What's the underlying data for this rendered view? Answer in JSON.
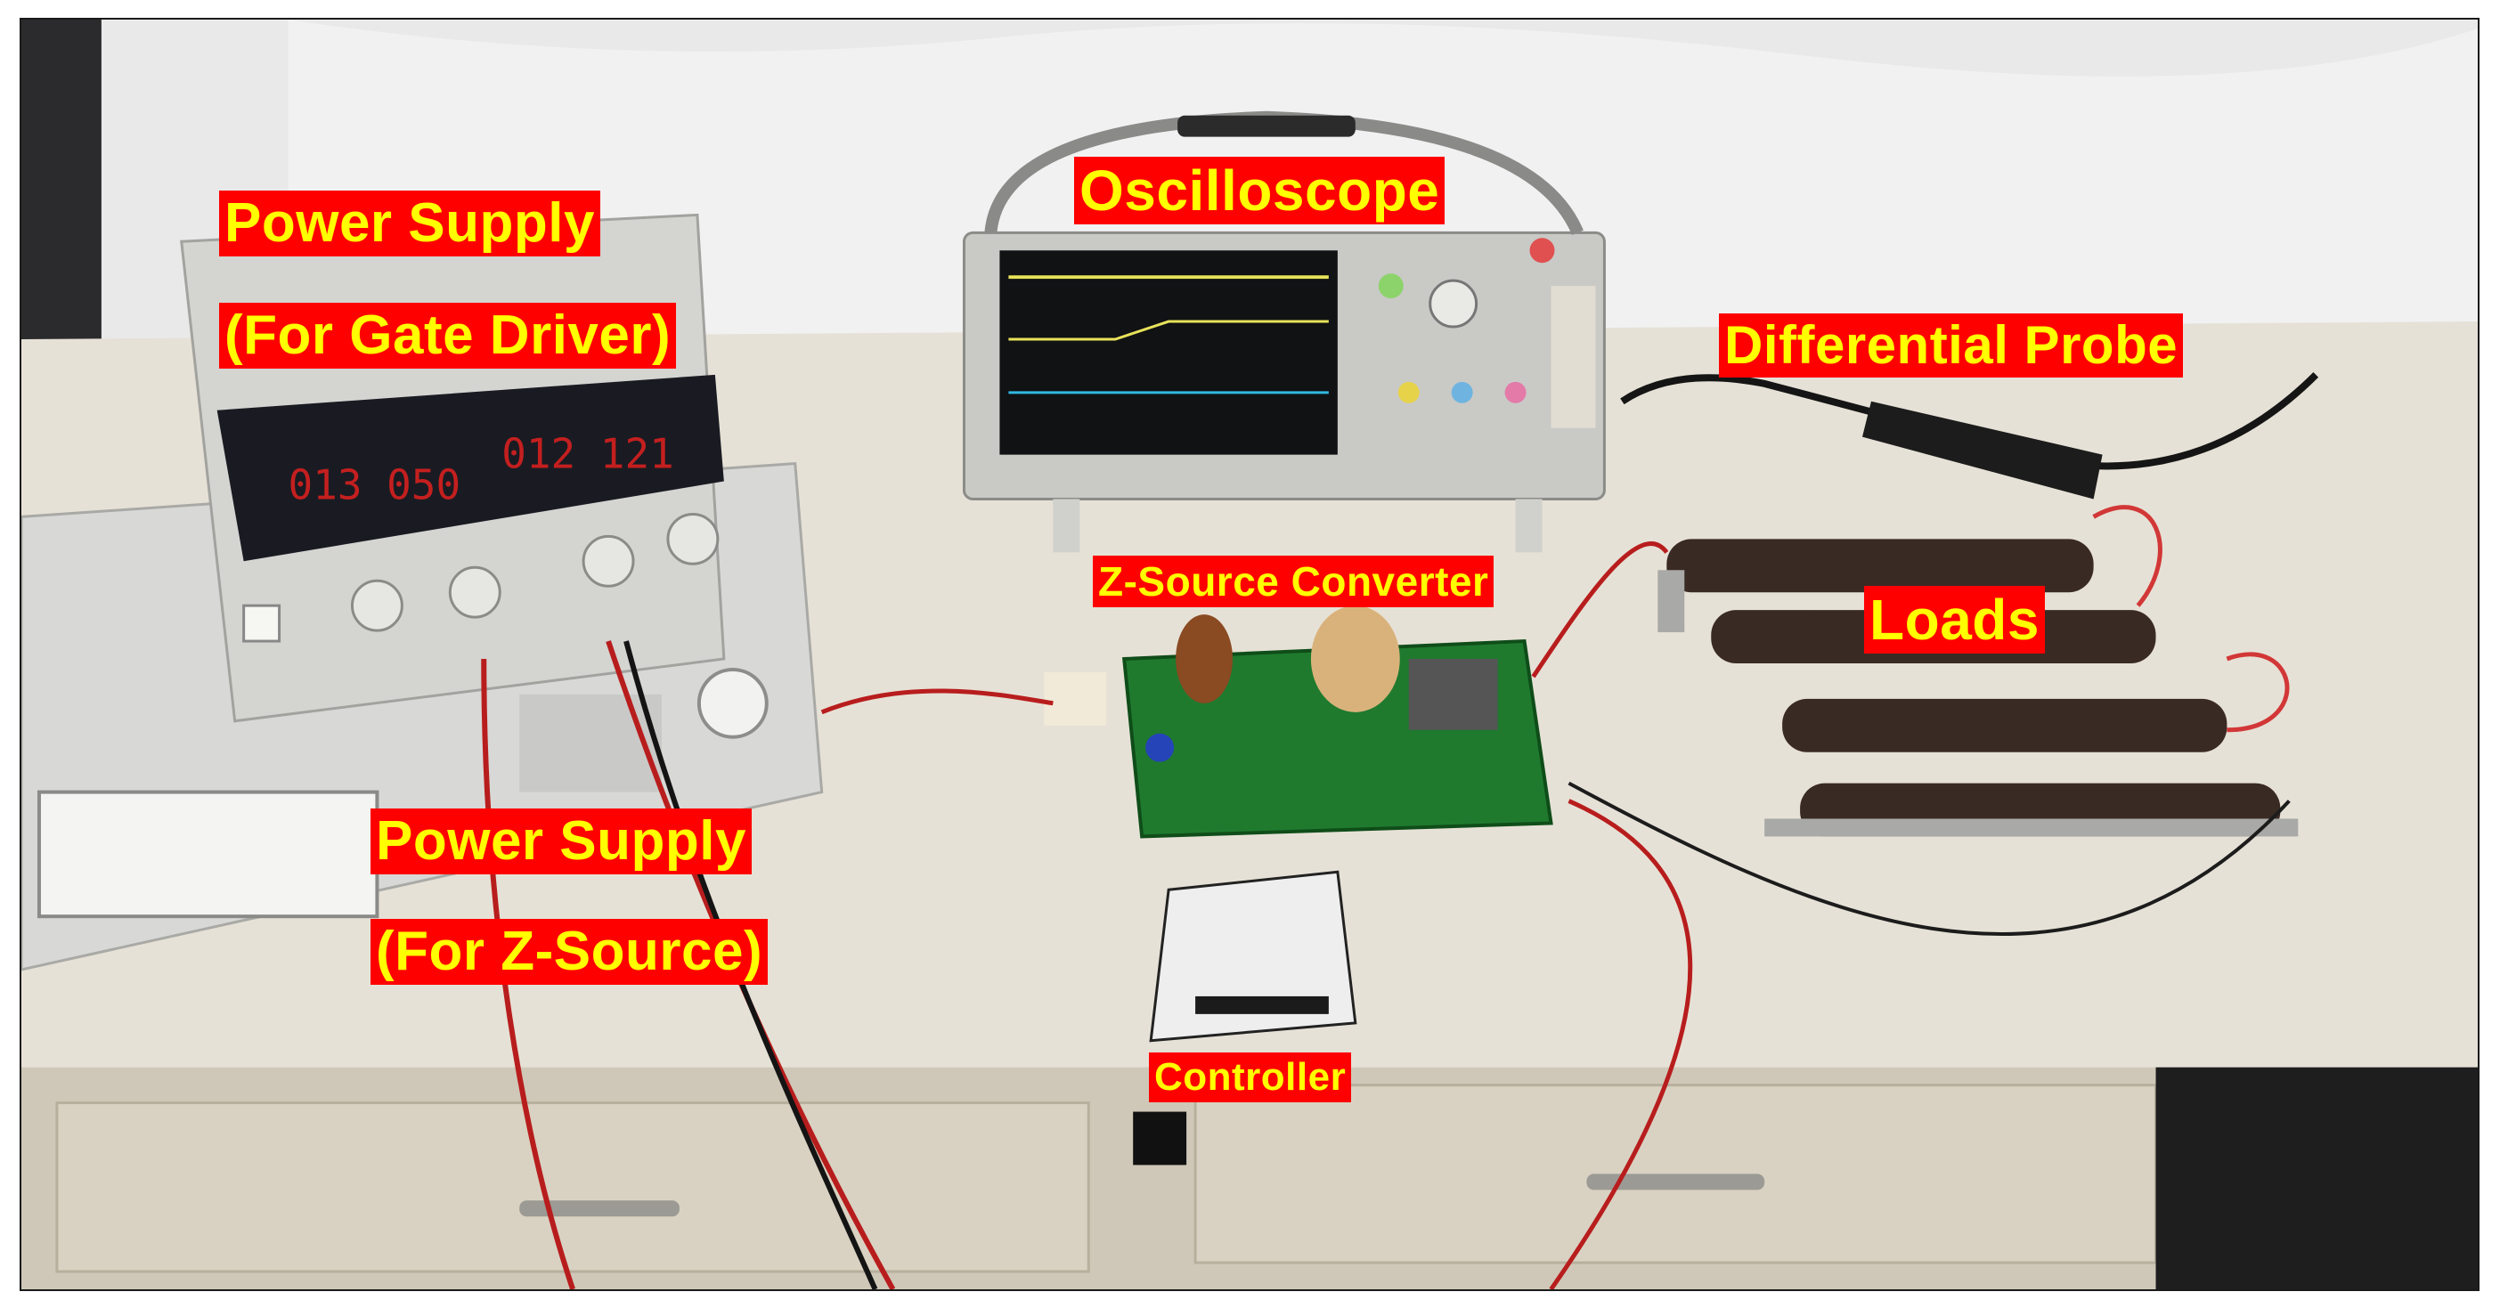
{
  "labels": {
    "power_supply_gate_line1": "Power Supply",
    "power_supply_gate_line2": "(For Gate Driver)",
    "oscilloscope": "Oscilloscope",
    "differential_probe": "Differential Probe",
    "z_source_converter": "Z-Source Converter",
    "loads": "Loads",
    "power_supply_z_line1": "Power Supply",
    "power_supply_z_line2": "(For Z-Source)",
    "controller": "Controller"
  },
  "colors": {
    "label_background": "#ff0000",
    "label_text": "#ffff00",
    "pcb_green": "#1f7a2e",
    "table_top": "#e6e1d6"
  }
}
